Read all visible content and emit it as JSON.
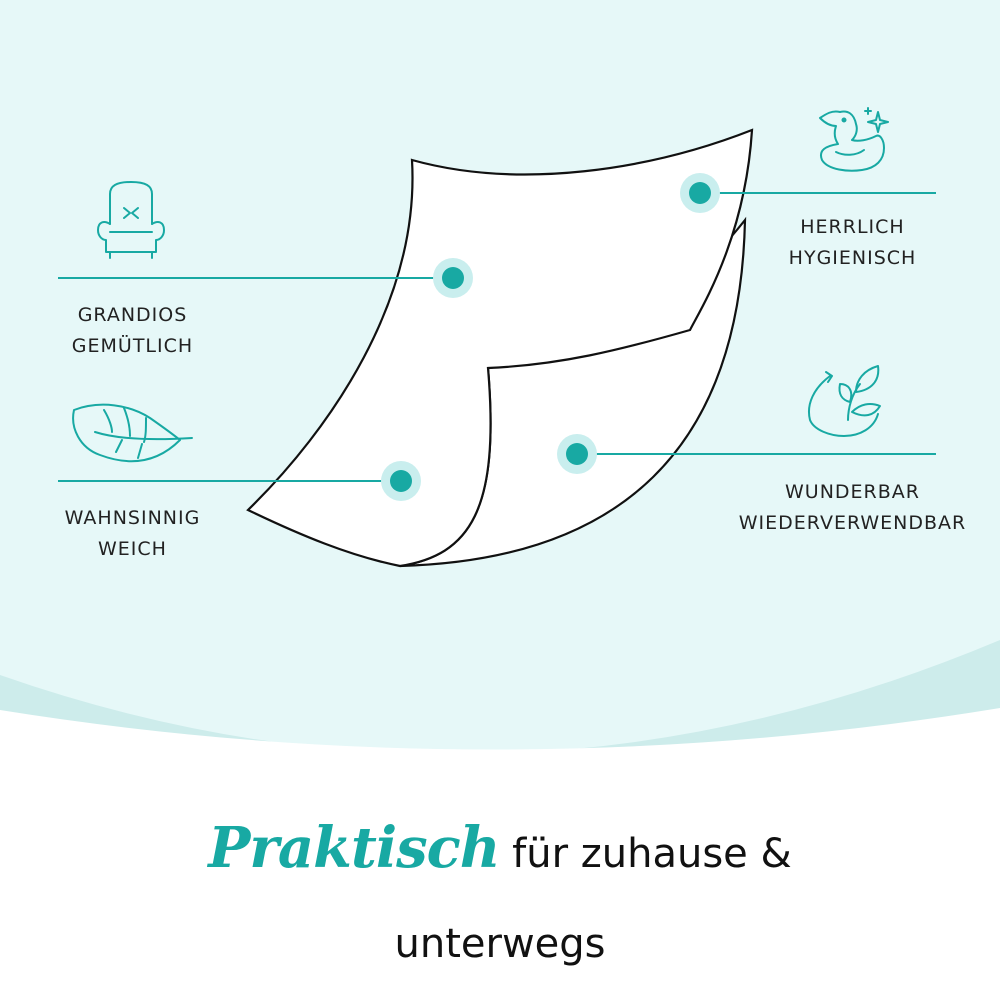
{
  "colors": {
    "background_top": "#e6f8f8",
    "wave": "#cdeceb",
    "accent": "#18a9a3",
    "dot_halo": "#c9eeee",
    "outline": "#111111",
    "text": "#222222"
  },
  "features": [
    {
      "id": "grandios",
      "icon": "armchair-icon",
      "line1": "GRANDIOS",
      "line2": "GEMÜTLICH"
    },
    {
      "id": "wahnsinnig",
      "icon": "feather-icon",
      "line1": "WAHNSINNIG",
      "line2": "WEICH"
    },
    {
      "id": "herrlich",
      "icon": "duck-icon",
      "line1": "HERRLICH",
      "line2": "HYGIENISCH"
    },
    {
      "id": "wunderbar",
      "icon": "leaf-cycle-icon",
      "line1": "WUNDERBAR",
      "line2": "WIEDERVERWENDBAR"
    }
  ],
  "headline": {
    "script_word": "Praktisch",
    "rest_line1": " für zuhause &",
    "line2": "unterwegs"
  }
}
